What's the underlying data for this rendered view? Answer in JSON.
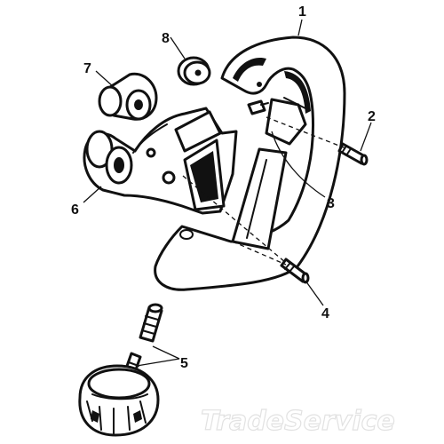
{
  "diagram": {
    "callouts": [
      {
        "id": "1",
        "label": "1"
      },
      {
        "id": "2",
        "label": "2"
      },
      {
        "id": "3",
        "label": "3"
      },
      {
        "id": "4",
        "label": "4"
      },
      {
        "id": "5",
        "label": "5"
      },
      {
        "id": "6",
        "label": "6"
      },
      {
        "id": "7",
        "label": "7"
      },
      {
        "id": "8",
        "label": "8"
      }
    ],
    "watermark": "TradeService"
  }
}
